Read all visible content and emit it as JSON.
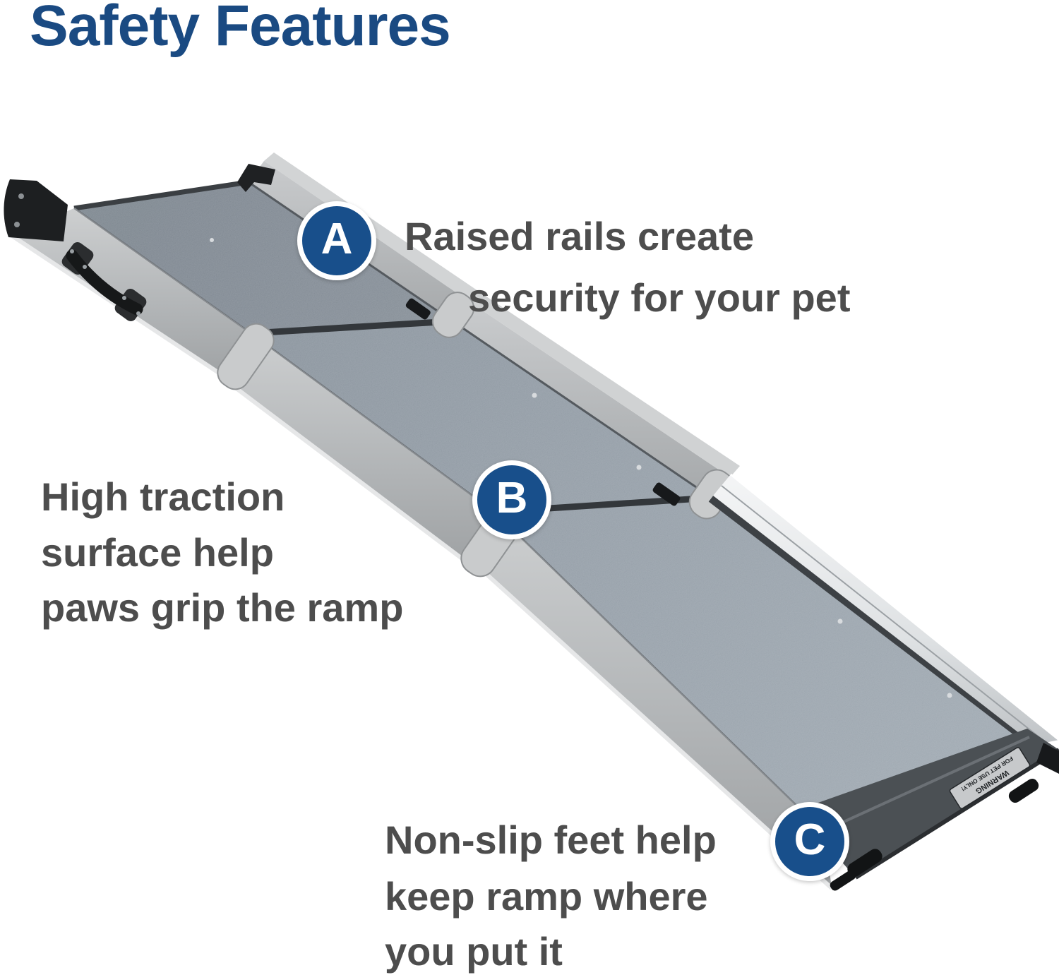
{
  "title": "Safety Features",
  "annotations": {
    "raised_rails": {
      "badge": "A",
      "lines": [
        "Raised rails create",
        "security for your pet"
      ]
    },
    "high_traction": {
      "badge": "B",
      "lines": [
        "High traction",
        "surface help",
        "paws grip the ramp"
      ]
    },
    "non_slip_feet": {
      "badge": "C",
      "lines": [
        "Non-slip feet help",
        "keep ramp where",
        "you put it"
      ]
    }
  },
  "ramp_label": {
    "line1": "WARNING",
    "line2": "FOR PET USE ONLY!"
  },
  "colors": {
    "title_blue": "#1a4a82",
    "badge_blue": "#184f8b",
    "body_text": "#4d4d4d",
    "deck_gray": "#8b95a0",
    "rail_gray": "#b7b9bb",
    "frame_dark": "#4b5054",
    "aluminum_edge": "#eceeef"
  }
}
